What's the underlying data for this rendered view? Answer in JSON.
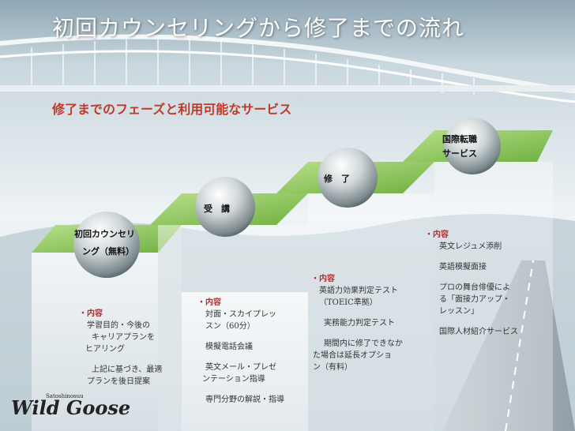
{
  "title": "初回カウンセリングから修了までの流れ",
  "subtitle": "修了までのフェーズと利用可能なサービス",
  "steps": [
    {
      "label_line1": "初回カウンセリ",
      "label_line2": "ング（無料）"
    },
    {
      "label": "受　講"
    },
    {
      "label": "修　了"
    },
    {
      "label_line1": "国際転職",
      "label_line2": "サービス"
    }
  ],
  "sections": {
    "counseling": {
      "head": "・内容",
      "items": [
        "学習目的・今後の",
        "キャリアプランを",
        "ヒアリング",
        "上記に基づき、最適",
        "プランを後日提案"
      ]
    },
    "course": {
      "head": "・内容",
      "items": [
        "対面・スカイプレッ",
        "スン（60分）",
        "模擬電話会議",
        "英文メール・プレゼ",
        "ンテーション指導",
        "専門分野の解説・指導"
      ]
    },
    "completion": {
      "head": "・内容",
      "items": [
        "英語力効果判定テスト",
        "（TOEIC準拠）",
        "実務能力判定テスト",
        "期間内に修了できなか",
        "た場合は延長オプショ",
        "ン（有料）"
      ]
    },
    "career": {
      "head": "・内容",
      "items": [
        "英文レジュメ添削",
        "英語模擬面接",
        "プロの舞台俳優によ",
        "る「面接力アップ・",
        "レッスン」",
        "国際人材紹介サービス"
      ]
    }
  },
  "logo": {
    "text": "Wild Goose",
    "tagline": "Satoshinosuu"
  }
}
